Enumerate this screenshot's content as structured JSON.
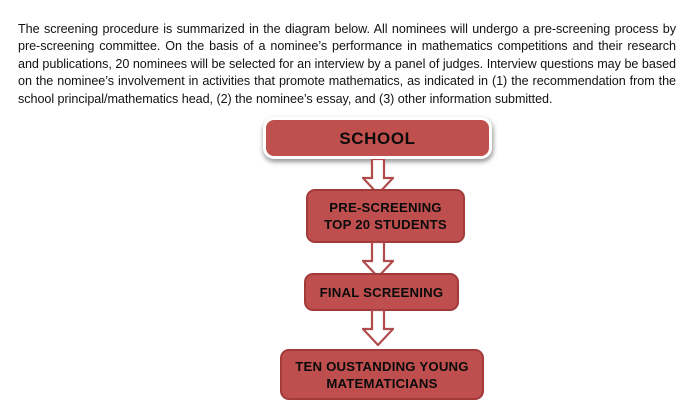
{
  "document": {
    "paragraph": "The screening procedure is summarized in the diagram below. All nominees will undergo a pre-screening process by pre-screening committee. On the basis of a nominee’s performance in mathematics competitions and their research and publications, 20 nominees will be selected for an interview by a panel of judges. Interview questions may be based on the nominee’s involvement in activities that promote mathematics, as indicated in (1) the recommendation from the school principal/mathematics head, (2) the nominee’s essay, and (3) other information submitted."
  },
  "colors": {
    "node_fill": "#bf4f4f",
    "node_border": "#a33a3a",
    "node_fill_top": "#c0504d",
    "frame_border": "#ffffff",
    "arrow_outline": "#b04b4b",
    "arrow_fill": "#ffffff",
    "text": "#0b0b0b",
    "page_background": "#ffffff"
  },
  "diagram": {
    "type": "flowchart",
    "direction": "top-to-bottom",
    "nodes": [
      {
        "id": "school",
        "label": "SCHOOL",
        "lines": [
          "SCHOOL"
        ]
      },
      {
        "id": "prescreen",
        "label": "PRE-SCREENING TOP 20 STUDENTS",
        "lines": [
          "PRE-SCREENING",
          "TOP 20 STUDENTS"
        ]
      },
      {
        "id": "final",
        "label": "FINAL SCREENING",
        "lines": [
          "FINAL SCREENING"
        ]
      },
      {
        "id": "outstanding",
        "label": "TEN OUSTANDING YOUNG MATEMATICIANS",
        "lines": [
          "TEN OUSTANDING YOUNG",
          "MATEMATICIANS"
        ]
      }
    ],
    "arrows": [
      {
        "id": "arrow-1",
        "from": "school",
        "to": "prescreen",
        "icon": "down-arrow-icon"
      },
      {
        "id": "arrow-2",
        "from": "prescreen",
        "to": "final",
        "icon": "down-arrow-icon"
      },
      {
        "id": "arrow-3",
        "from": "final",
        "to": "outstanding",
        "icon": "down-arrow-icon"
      }
    ]
  }
}
